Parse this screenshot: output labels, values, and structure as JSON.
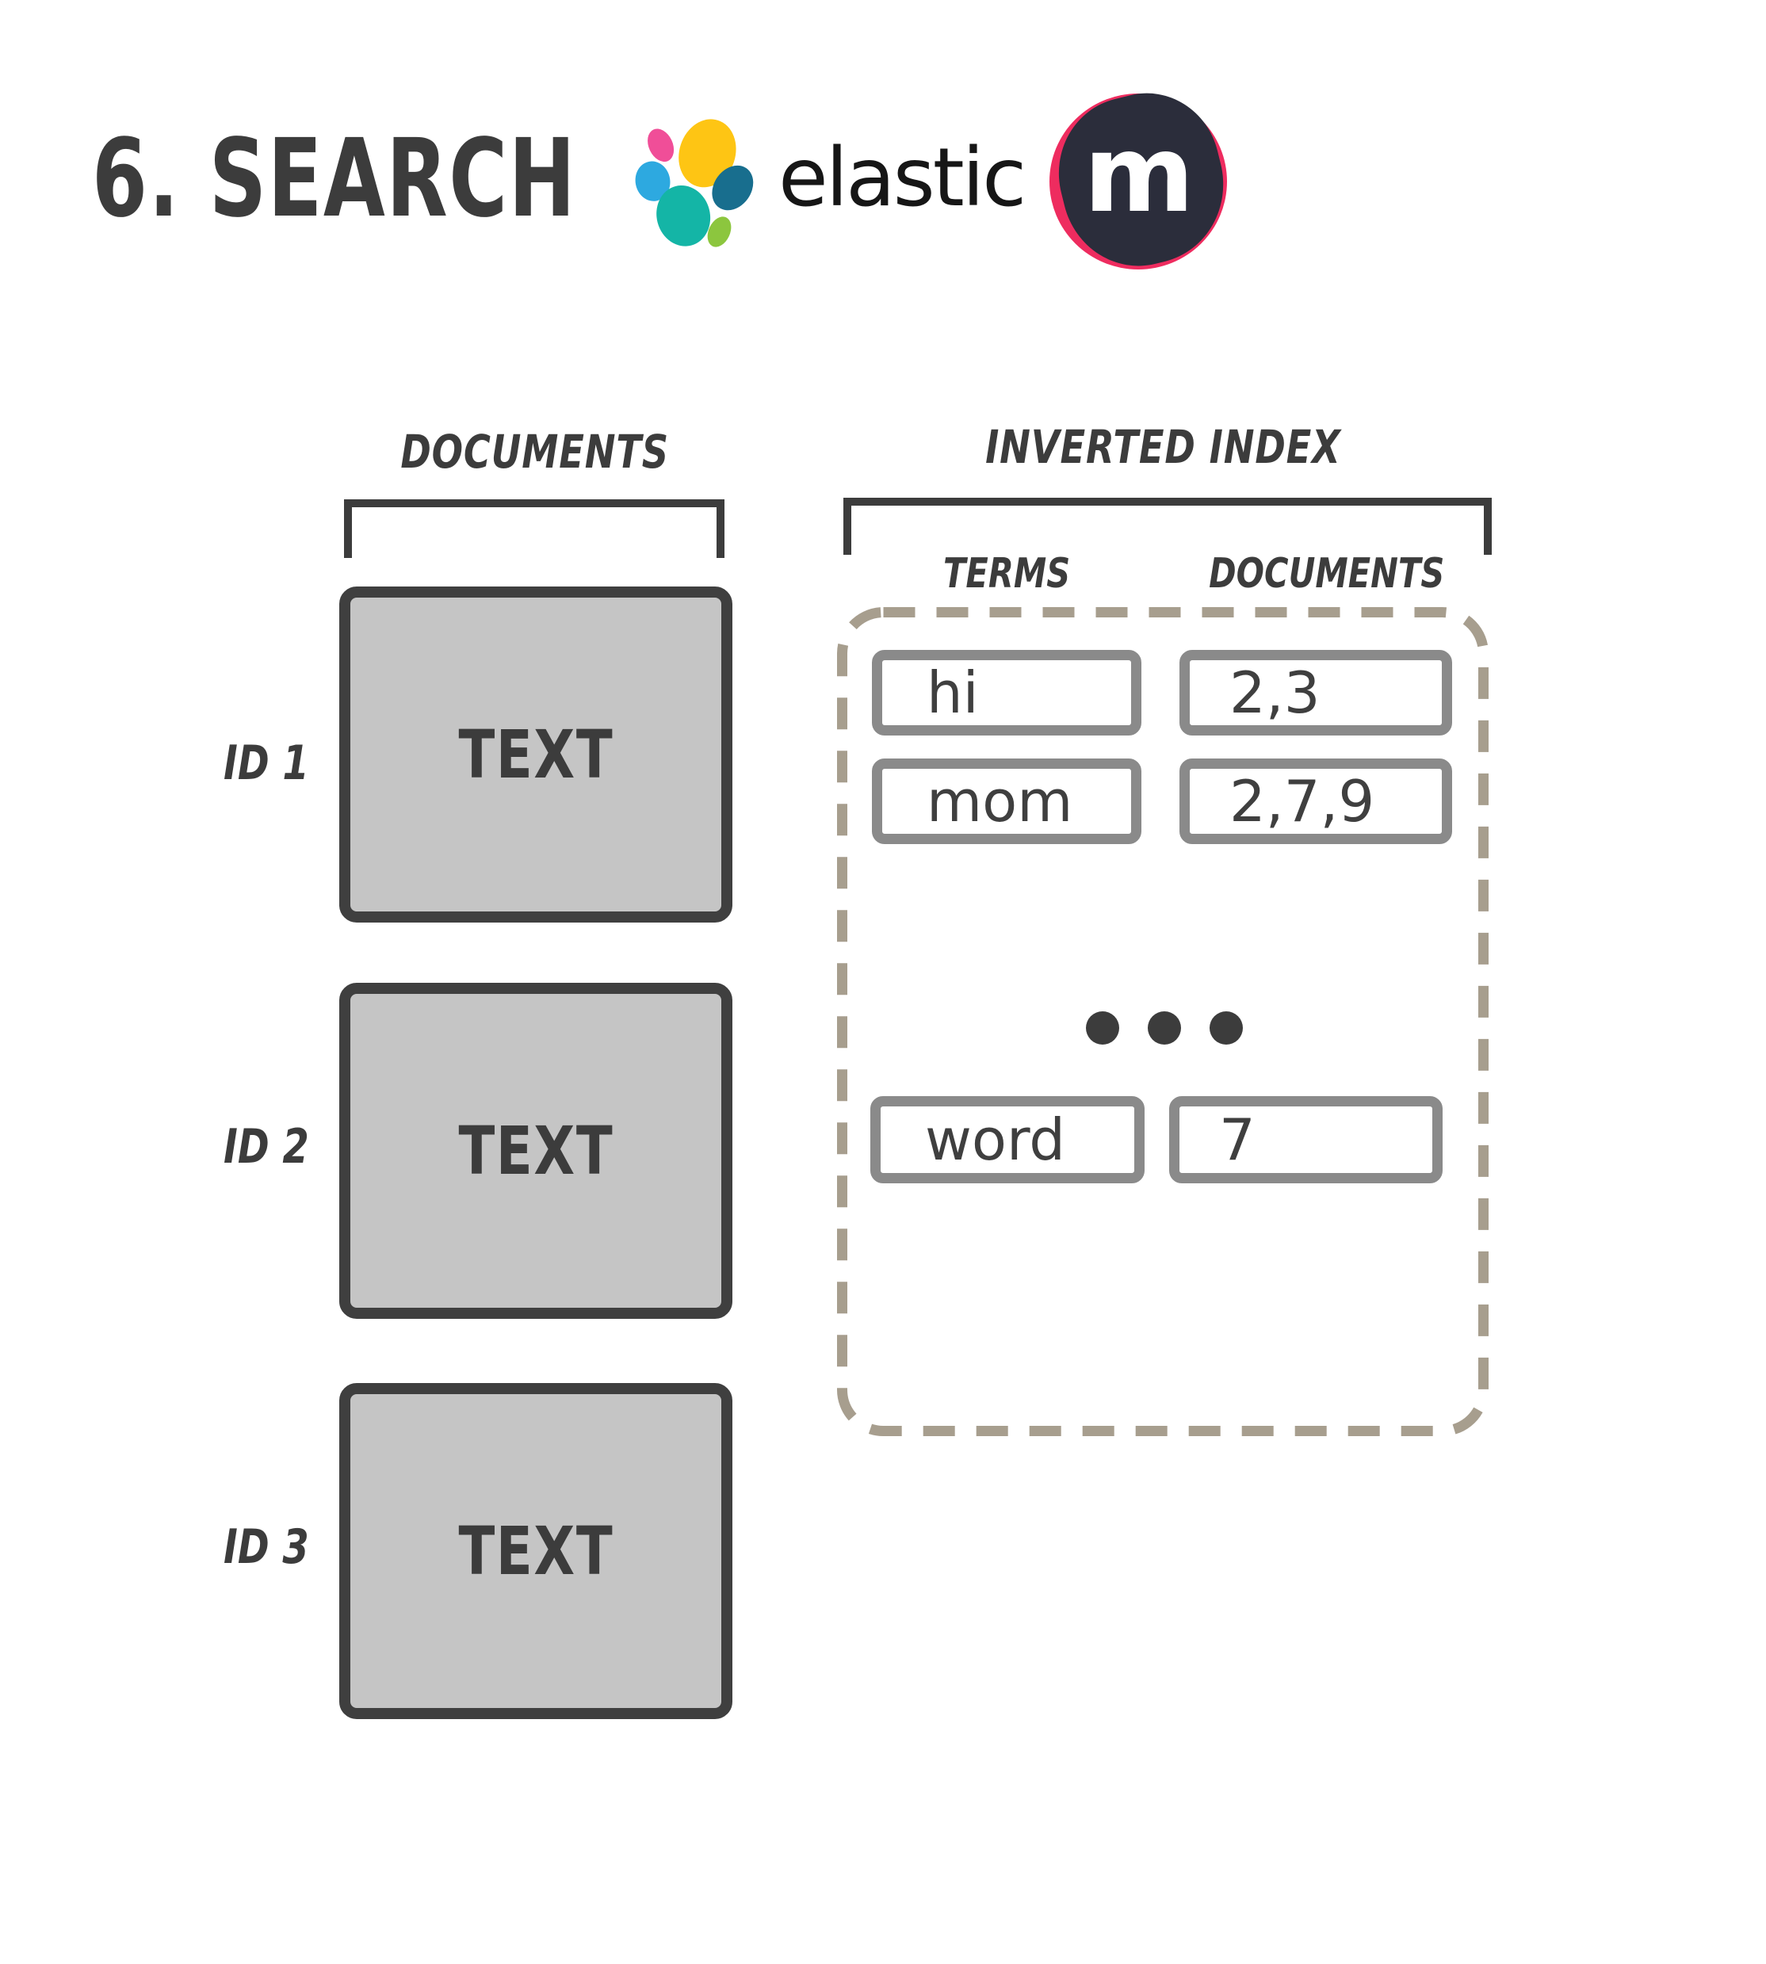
{
  "header": {
    "title": "6. SEARCH",
    "elastic_wordmark": "elastic",
    "meetup_letter": "m"
  },
  "documents_panel": {
    "label": "DOCUMENTS",
    "items": [
      {
        "id": "ID 1",
        "content": "TEXT"
      },
      {
        "id": "ID 2",
        "content": "TEXT"
      },
      {
        "id": "ID 3",
        "content": "TEXT"
      }
    ]
  },
  "inverted_index_panel": {
    "label": "INVERTED INDEX",
    "terms_header": "TERMS",
    "documents_header": "DOCUMENTS",
    "rows": [
      {
        "term": "hi",
        "documents": "2,3"
      },
      {
        "term": "mom",
        "documents": "2,7,9"
      },
      {
        "term": "word",
        "documents": "7"
      }
    ],
    "ellipsis": "..."
  },
  "colors": {
    "ink": "#3c3c3c",
    "document_box_fill": "#c5c5c5",
    "document_box_border": "#3f3f3f",
    "index_cell_border": "#8a8a8a",
    "dashed_border": "#a79e8e",
    "elastic_yellow": "#fec514",
    "elastic_pink": "#f04e98",
    "elastic_blue": "#2da9e0",
    "elastic_teal": "#14b5a6",
    "elastic_dark_blue": "#186e8e",
    "elastic_green": "#8cc63e",
    "meetup_pink": "#ee2c5f",
    "meetup_dark": "#2b2d3b"
  }
}
